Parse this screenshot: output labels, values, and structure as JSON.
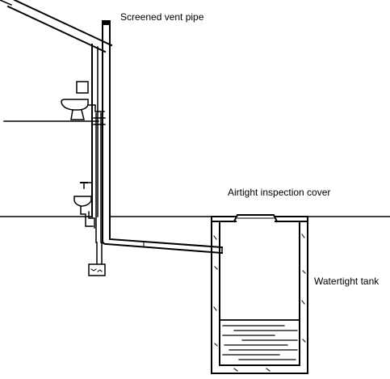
{
  "labels": {
    "vent_pipe": "Screened vent pipe",
    "inspection_cover": "Airtight inspection cover",
    "tank": "Watertight tank"
  }
}
